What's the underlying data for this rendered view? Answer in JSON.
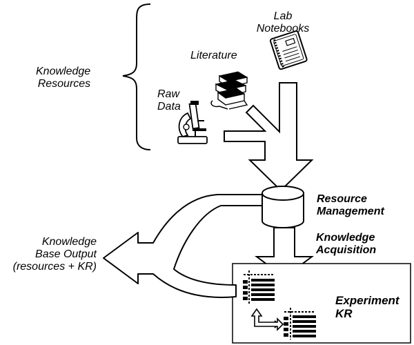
{
  "labels": {
    "knowledge_resources": [
      "Knowledge",
      "Resources"
    ],
    "lab_notebooks": [
      "Lab",
      "Notebooks"
    ],
    "literature": "Literature",
    "raw_data": [
      "Raw",
      "Data"
    ],
    "resource_management": [
      "Resource",
      "Management"
    ],
    "knowledge_acquisition": [
      "Knowledge",
      "Acquisition"
    ],
    "knowledge_base_output": [
      "Knowledge",
      "Base Output",
      "(resources + KR)"
    ],
    "experiment_kr": [
      "Experiment",
      "KR"
    ]
  },
  "icons": {
    "notebook": "notebook-icon",
    "books": "books-stack-icon",
    "microscope": "microscope-icon",
    "database": "database-cylinder-icon",
    "table_main": "table-grid-icon",
    "table_secondary": "table-grid-icon"
  },
  "colors": {
    "stroke": "#000000",
    "fill": "#ffffff"
  }
}
